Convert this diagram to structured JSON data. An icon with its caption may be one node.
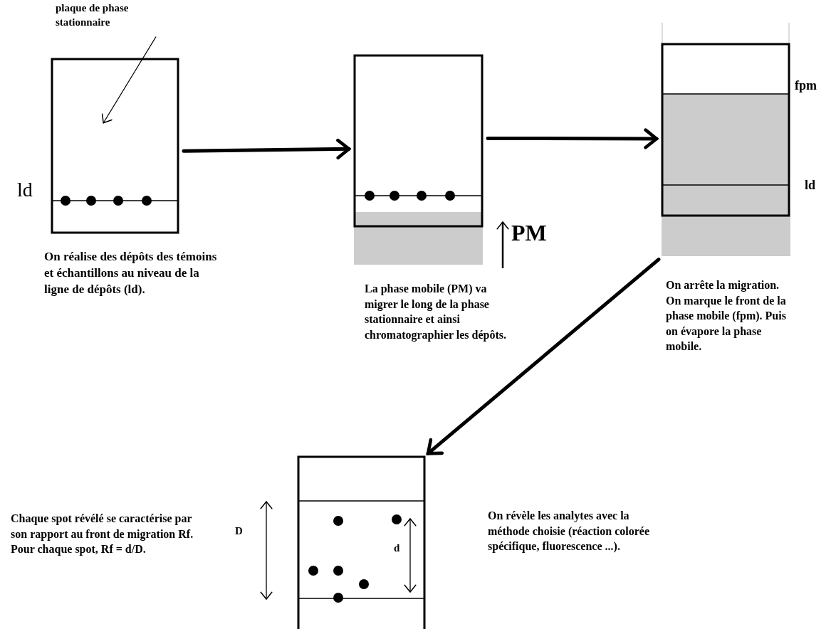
{
  "diagram": {
    "nodes": [
      {
        "text": [
          "plaque de phase stationnaire"
        ]
      },
      {
        "text": [],
        "shape": "box",
        "beside": [
          "On réalise des dépôts des témoins et échantillons au niveau de la ligne de dépôts (ld)."
        ]
      },
      {
        "text": [],
        "shape": "box",
        "beside": [
          "La phase mobile (PM) va migrer le long de la phase stationnaire et ainsi chromatographier les dépôts."
        ]
      },
      {
        "text": [],
        "shape": "box",
        "beside": [
          "On arrête la migration. On marque le front de la phase mobile (fpm). Puis on évapore la phase mobile."
        ]
      },
      {
        "text": [],
        "shape": "box"
      }
    ],
    "edges": [
      {
        "from": 0,
        "to": 1,
        "arrow": "to"
      },
      {
        "from": 1,
        "to": 2,
        "arrow": "to"
      },
      {
        "from": 2,
        "to": 3,
        "arrow": "to"
      },
      {
        "from": 3,
        "to": 4,
        "arrow": "to"
      }
    ],
    "labels": [
      "ld",
      "PM",
      "fpm",
      "ld",
      "Chaque spot révélé se caractérise par son rapport au front de migration Rf. Pour chaque spot, Rf = d/D.",
      "D",
      "d",
      "On révèle les analytes avec la méthode choisie (réaction colorée spécifique, fluorescence ...)."
    ]
  }
}
